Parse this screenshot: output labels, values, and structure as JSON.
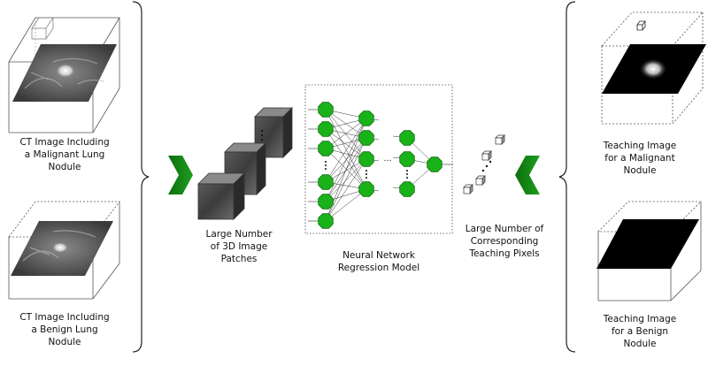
{
  "labels": {
    "ct_malignant": [
      "CT Image Including",
      "a Malignant Lung",
      "Nodule"
    ],
    "ct_benign": [
      "CT Image Including",
      "a Benign Lung",
      "Nodule"
    ],
    "patches": [
      "Large Number",
      "of 3D Image",
      "Patches"
    ],
    "network": [
      "Neural Network",
      "Regression Model"
    ],
    "teaching_pixels": [
      "Large Number of",
      "Corresponding",
      "Teaching Pixels"
    ],
    "teach_malignant": [
      "Teaching Image",
      "for a Malignant",
      "Nodule"
    ],
    "teach_benign": [
      "Teaching Image",
      "for a Benign",
      "Nodule"
    ]
  },
  "network_ellipsis": "…",
  "colors": {
    "arrow_green": "#1f9e1f",
    "node_green": "#19b319",
    "line": "#333333"
  }
}
